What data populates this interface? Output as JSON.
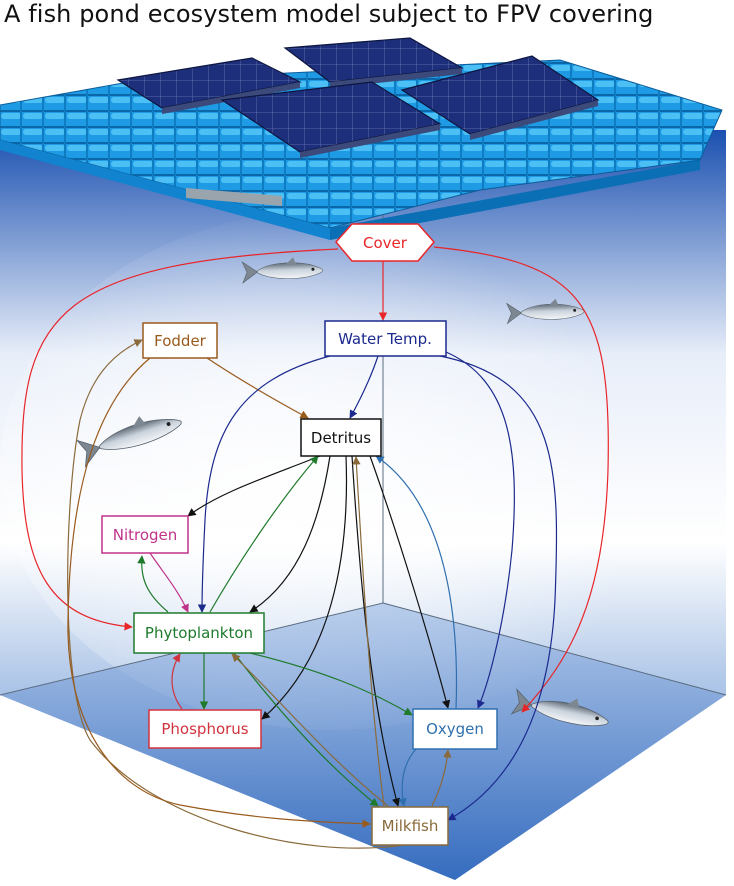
{
  "title": "A fish pond ecosystem model subject to FPV covering",
  "colors": {
    "cover": "#e8262a",
    "fodder": "#9a5a1c",
    "water_temp": "#1c2a8e",
    "detritus": "#111111",
    "nitrogen": "#c0338a",
    "phytoplankton": "#1f7a2c",
    "phosphorus": "#d2323d",
    "oxygen": "#2f6fae",
    "milkfish": "#8a6a3a",
    "float_blue": "#1f9be6",
    "panel_dark": "#1c2a6b"
  },
  "nodes": {
    "cover": "Cover",
    "fodder": "Fodder",
    "water_temp": "Water Temp.",
    "detritus": "Detritus",
    "nitrogen": "Nitrogen",
    "phytoplankton": "Phytoplankton",
    "phosphorus": "Phosphorus",
    "oxygen": "Oxygen",
    "milkfish": "Milkfish"
  },
  "edges": [
    {
      "from": "cover",
      "to": "water_temp"
    },
    {
      "from": "cover",
      "to": "phytoplankton"
    },
    {
      "from": "cover",
      "to": "oxygen"
    },
    {
      "from": "fodder",
      "to": "detritus"
    },
    {
      "from": "water_temp",
      "to": "detritus"
    },
    {
      "from": "water_temp",
      "to": "phytoplankton"
    },
    {
      "from": "water_temp",
      "to": "oxygen"
    },
    {
      "from": "water_temp",
      "to": "milkfish"
    },
    {
      "from": "detritus",
      "to": "nitrogen"
    },
    {
      "from": "detritus",
      "to": "phytoplankton"
    },
    {
      "from": "detritus",
      "to": "phosphorus"
    },
    {
      "from": "detritus",
      "to": "oxygen"
    },
    {
      "from": "detritus",
      "to": "milkfish"
    },
    {
      "from": "nitrogen",
      "to": "phytoplankton"
    },
    {
      "from": "phytoplankton",
      "to": "nitrogen"
    },
    {
      "from": "phytoplankton",
      "to": "detritus"
    },
    {
      "from": "phytoplankton",
      "to": "phosphorus"
    },
    {
      "from": "phytoplankton",
      "to": "oxygen"
    },
    {
      "from": "phytoplankton",
      "to": "milkfish"
    },
    {
      "from": "phosphorus",
      "to": "phytoplankton"
    },
    {
      "from": "oxygen",
      "to": "detritus"
    },
    {
      "from": "oxygen",
      "to": "milkfish"
    },
    {
      "from": "milkfish",
      "to": "oxygen"
    },
    {
      "from": "milkfish",
      "to": "detritus"
    },
    {
      "from": "milkfish",
      "to": "phytoplankton"
    },
    {
      "from": "milkfish",
      "to": "fodder"
    },
    {
      "from": "fodder",
      "to": "milkfish"
    }
  ]
}
